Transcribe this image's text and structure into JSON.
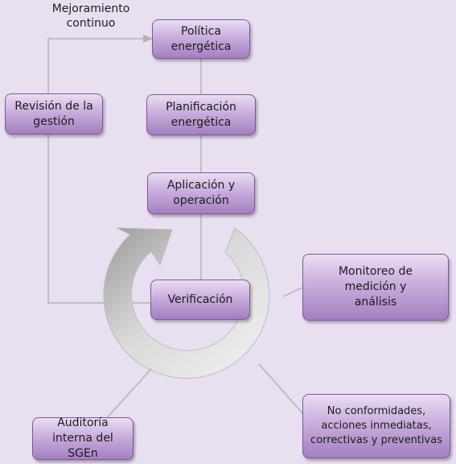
{
  "diagram": {
    "caption_loop": "Mejoramiento continuo",
    "nodes": {
      "politica": "Política energética",
      "planificacion": "Planificación energética",
      "aplicacion": "Aplicación y operación",
      "verificacion": "Verificación",
      "revision": "Revisión de la gestión",
      "monitoreo": "Monitoreo de medición y análisis",
      "no_conformidades": "No conformidades, acciones inmediatas, correctivas y preventivas",
      "auditoria": "Auditoría interna del SGEn"
    },
    "colors": {
      "background": "#e8dff0",
      "box_border": "#7a5a94",
      "connector": "#b3b3b3",
      "cycle_arrow": "#d8d8d8"
    }
  }
}
